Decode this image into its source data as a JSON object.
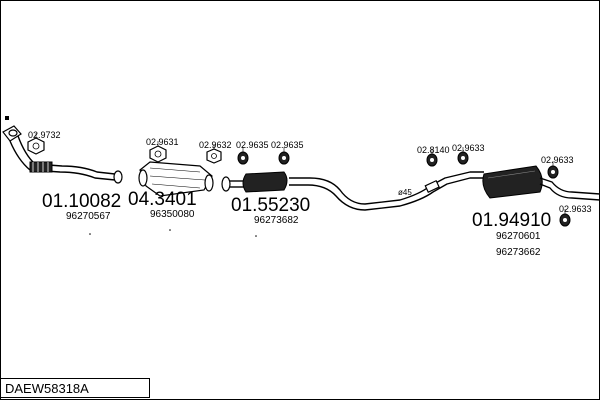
{
  "diagram": {
    "code": "DAEW58318A",
    "parts": [
      {
        "number": "01.10082",
        "ref": "96270567"
      },
      {
        "number": "04.3401",
        "ref": "96350080"
      },
      {
        "number": "01.55230",
        "ref": "96273682"
      },
      {
        "number": "01.94910",
        "ref": "96270601",
        "ref2": "96273662"
      }
    ],
    "hardware": [
      "02.9732",
      "02.9631",
      "02.9632",
      "02.9635",
      "02.9635",
      "02.8140",
      "02.9633",
      "02.9633",
      "02.9633"
    ],
    "dimension": "ø45"
  }
}
